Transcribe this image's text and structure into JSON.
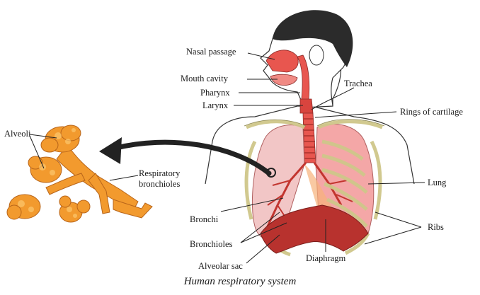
{
  "labels": {
    "nasal_passage": "Nasal passage",
    "mouth_cavity": "Mouth cavity",
    "pharynx": "Pharynx",
    "larynx": "Larynx",
    "trachea": "Trachea",
    "rings_of_cartilage": "Rings of cartilage",
    "alveoli": "Alveoli",
    "respiratory_bronchioles_line1": "Respiratory",
    "respiratory_bronchioles_line2": "bronchioles",
    "lung": "Lung",
    "bronchi": "Bronchi",
    "ribs": "Ribs",
    "bronchioles": "Bronchioles",
    "diaphragm": "Diaphragm",
    "alveolar_sac": "Alveolar sac"
  },
  "caption": "Human respiratory system",
  "colors": {
    "hair": "#2b2b2b",
    "airway": "#e8564f",
    "lung_left": "#f2c6c6",
    "lung_right": "#f4a7a7",
    "ribs": "#e9e3b2",
    "diaphragm": "#b8322e",
    "alveoli": "#f29a2e",
    "arrow": "#222222"
  }
}
